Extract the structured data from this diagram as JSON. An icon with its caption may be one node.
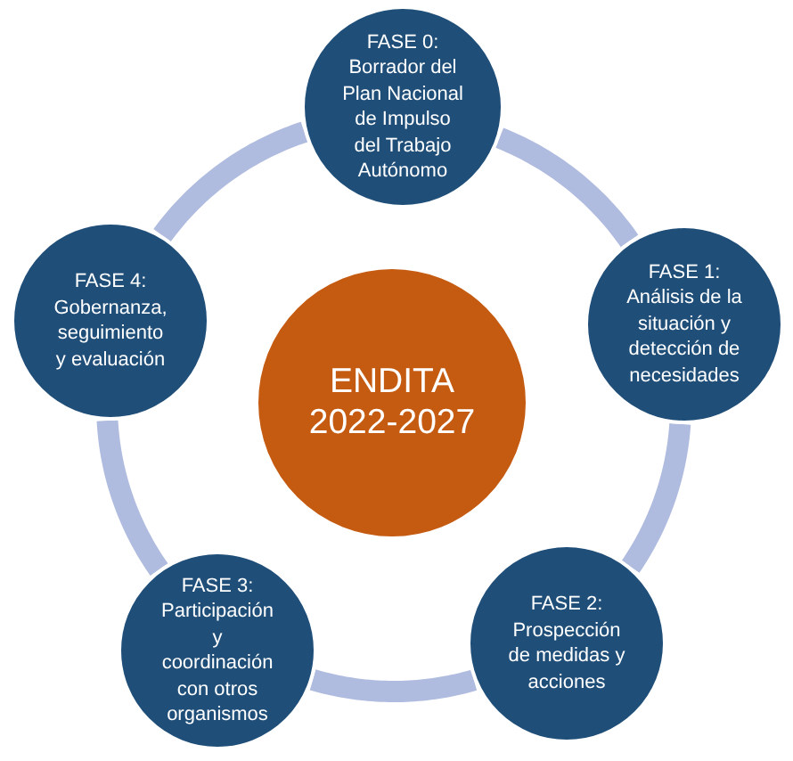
{
  "diagram": {
    "nodes": [
      {
        "text": [
          "FASE 0:",
          "Borrador del Plan Nacional de Impulso del Trabajo Autónomo"
        ]
      },
      {
        "text": [
          "FASE 1:",
          "Análisis de la situación y detección de necesidades"
        ]
      },
      {
        "text": [
          "FASE 2:",
          "Prospección de medidas y acciones"
        ]
      },
      {
        "text": [
          "FASE 3:",
          "Participación y coordinación con otros organismos"
        ]
      },
      {
        "text": [
          "FASE 4:",
          "Gobernanza, seguimiento y evaluación"
        ]
      },
      {
        "text": [
          "ENDITA 2022-2027"
        ]
      }
    ],
    "edges": [
      {
        "from": 0,
        "to": 1,
        "arrow": "none"
      },
      {
        "from": 1,
        "to": 2,
        "arrow": "none"
      },
      {
        "from": 2,
        "to": 3,
        "arrow": "none"
      },
      {
        "from": 3,
        "to": 4,
        "arrow": "none"
      },
      {
        "from": 4,
        "to": 0,
        "arrow": "none"
      }
    ]
  }
}
